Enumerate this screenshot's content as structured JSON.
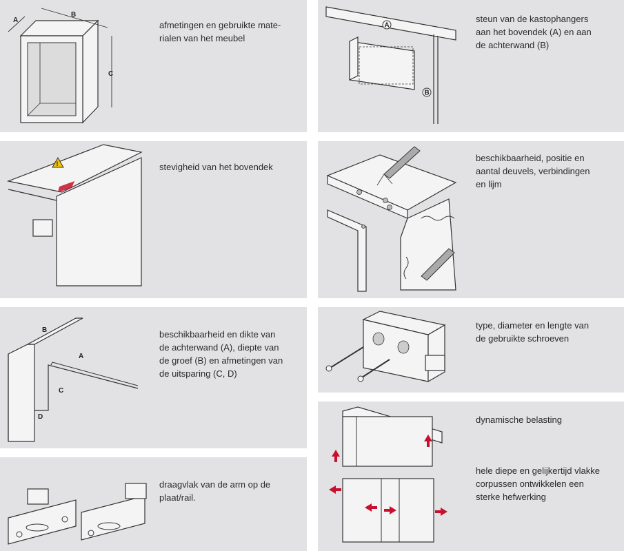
{
  "panels": [
    {
      "id": "dimensions",
      "caption": "afmetingen en gebruikte materialen van het meubel",
      "labels": [
        "A",
        "B",
        "C"
      ]
    },
    {
      "id": "top-strength",
      "caption": "stevigheid van het bovendek"
    },
    {
      "id": "backwall",
      "caption": "beschikbaarheid en dikte van de achterwand (A), diepte van de groef (B) en afmetingen van de uitsparing (C, D)",
      "labels": [
        "A",
        "B",
        "C",
        "D"
      ]
    },
    {
      "id": "arm-surface",
      "caption": "draagvlak van de arm op de plaat/rail."
    },
    {
      "id": "hanger-support",
      "caption": "steun van de kastophangers aan het bovendek (A) en aan de achterwand (B)",
      "labels": [
        "A",
        "B"
      ]
    },
    {
      "id": "dowels",
      "caption": "beschikbaarheid, positie en aantal deuvels, verbindingen en lijm"
    },
    {
      "id": "screws",
      "caption": "type, diameter en lengte van de gebruikte schroeven"
    },
    {
      "id": "dynamic-load",
      "caption": "dynamische belasting",
      "caption2": "hele diepe en gelijkertijd vlakke corpussen ontwikkelen een sterke hefwerking"
    }
  ],
  "captions_lines": {
    "dimensions": [
      "afmetingen en gebruikte mate-",
      "rialen van het meubel"
    ],
    "backwall": [
      "beschikbaarheid en dikte van",
      "de achterwand (A), diepte van",
      "de groef (B) en afmetingen van",
      "de uitsparing (C, D)"
    ],
    "arm-surface": [
      "draagvlak van de arm op de",
      "plaat/rail."
    ],
    "hanger-support": [
      "steun van de kastophangers",
      "aan het bovendek (A) en aan",
      "de achterwand (B)"
    ],
    "dowels": [
      "beschikbaarheid, positie en",
      "aantal deuvels, verbindingen",
      "en lijm"
    ],
    "screws": [
      "type, diameter en lengte van",
      "de gebruikte schroeven"
    ],
    "dynamic-load2": [
      "hele diepe en gelijkertijd vlakke",
      "corpussen ontwikkelen een",
      "sterke hefwerking"
    ]
  },
  "colors": {
    "panel_bg": "#e2e2e4",
    "line": "#333333",
    "accent": "#c8102e",
    "warning": "#f2c200"
  }
}
